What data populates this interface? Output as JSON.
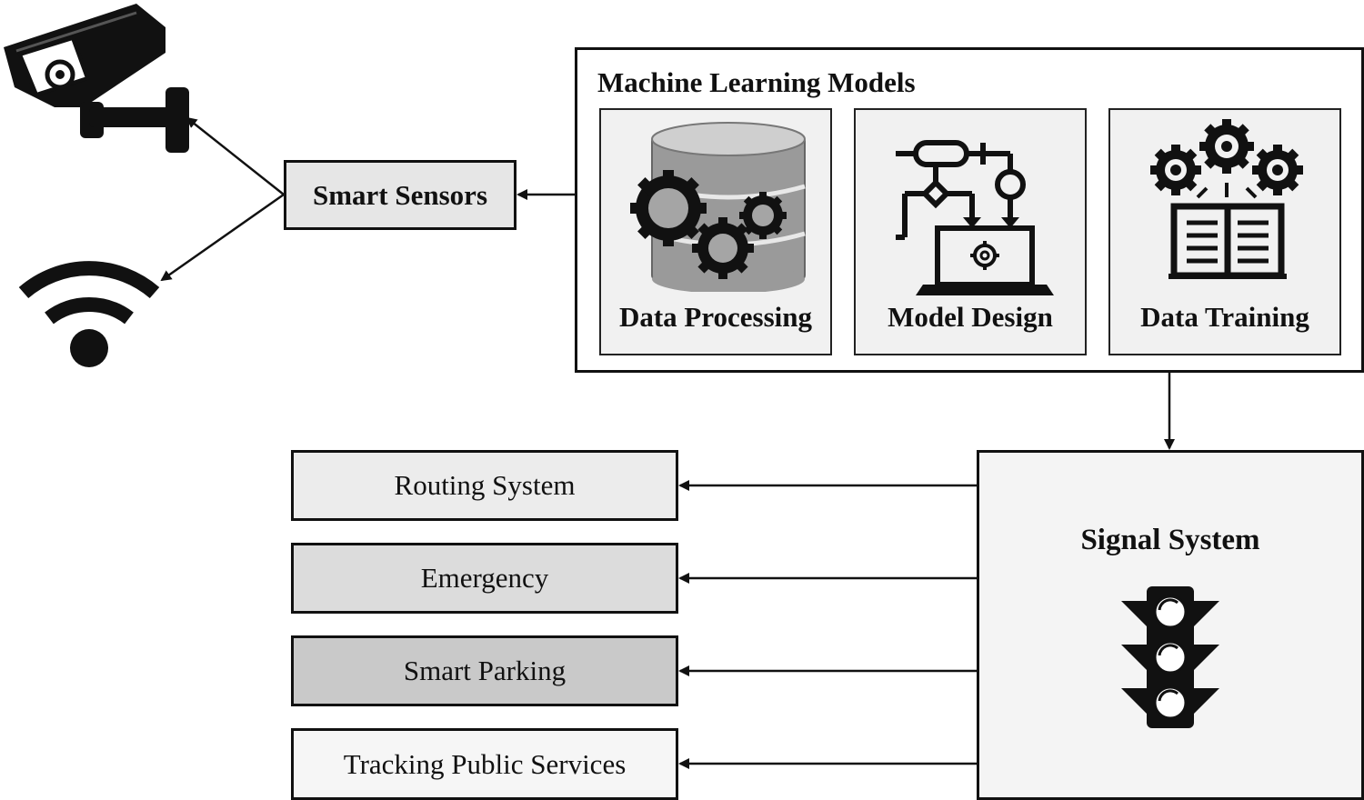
{
  "sensors": {
    "label": "Smart Sensors",
    "camera_icon": "security-camera-icon",
    "wifi_icon": "wifi-icon"
  },
  "ml": {
    "title": "Machine Learning Models",
    "cards": [
      {
        "label": "Data Processing",
        "icon": "database-gears-icon"
      },
      {
        "label": "Model Design",
        "icon": "flowchart-laptop-icon"
      },
      {
        "label": "Data Training",
        "icon": "gears-book-icon"
      }
    ]
  },
  "signal": {
    "title": "Signal System",
    "icon": "traffic-light-icon"
  },
  "services": [
    {
      "label": "Routing System"
    },
    {
      "label": "Emergency"
    },
    {
      "label": "Smart Parking"
    },
    {
      "label": "Tracking Public Services"
    }
  ],
  "colors": {
    "ink": "#111111",
    "sensor_fill": "#e6e6e6",
    "panel_fill": "#f1f1f1"
  }
}
